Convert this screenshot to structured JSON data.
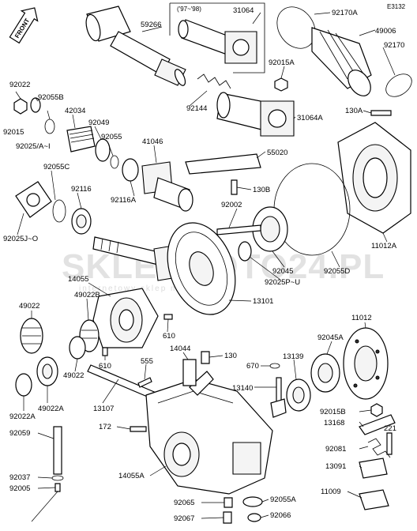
{
  "diagram": {
    "code": "E3132",
    "front_label": "FRONT",
    "years_note": "('97~'98)",
    "watermark_main": "SKLEPMOTO24.PL",
    "watermark_sub": "internetowy sklep motocyklowy"
  },
  "callouts": [
    {
      "id": "c-59266",
      "text": "59266"
    },
    {
      "id": "c-31064",
      "text": "31064"
    },
    {
      "id": "c-92170A",
      "text": "92170A"
    },
    {
      "id": "c-49006",
      "text": "49006"
    },
    {
      "id": "c-92170",
      "text": "92170"
    },
    {
      "id": "c-92015A",
      "text": "92015A"
    },
    {
      "id": "c-92022",
      "text": "92022"
    },
    {
      "id": "c-92055B",
      "text": "92055B"
    },
    {
      "id": "c-42034",
      "text": "42034"
    },
    {
      "id": "c-92049",
      "text": "92049"
    },
    {
      "id": "c-92015",
      "text": "92015"
    },
    {
      "id": "c-92025AI",
      "text": "92025/A~I"
    },
    {
      "id": "c-92144",
      "text": "92144"
    },
    {
      "id": "c-31064A",
      "text": "31064A"
    },
    {
      "id": "c-130A",
      "text": "130A"
    },
    {
      "id": "c-92055",
      "text": "92055"
    },
    {
      "id": "c-41046",
      "text": "41046"
    },
    {
      "id": "c-55020",
      "text": "55020"
    },
    {
      "id": "c-92055C",
      "text": "92055C"
    },
    {
      "id": "c-92116",
      "text": "92116"
    },
    {
      "id": "c-92116A",
      "text": "92116A"
    },
    {
      "id": "c-130B",
      "text": "130B"
    },
    {
      "id": "c-92002",
      "text": "92002"
    },
    {
      "id": "c-92025JO",
      "text": "92025J~O"
    },
    {
      "id": "c-11012A",
      "text": "11012A"
    },
    {
      "id": "c-92045",
      "text": "92045"
    },
    {
      "id": "c-92055D",
      "text": "92055D"
    },
    {
      "id": "c-92025PU",
      "text": "92025P~U"
    },
    {
      "id": "c-14055",
      "text": "14055"
    },
    {
      "id": "c-13101",
      "text": "13101"
    },
    {
      "id": "c-49022",
      "text": "49022"
    },
    {
      "id": "c-49022B",
      "text": "49022B"
    },
    {
      "id": "c-610a",
      "text": "610"
    },
    {
      "id": "c-610b",
      "text": "610"
    },
    {
      "id": "c-11012",
      "text": "11012"
    },
    {
      "id": "c-14044",
      "text": "14044"
    },
    {
      "id": "c-130",
      "text": "130"
    },
    {
      "id": "c-92045A",
      "text": "92045A"
    },
    {
      "id": "c-555",
      "text": "555"
    },
    {
      "id": "c-670",
      "text": "670"
    },
    {
      "id": "c-13139",
      "text": "13139"
    },
    {
      "id": "c-49022c",
      "text": "49022"
    },
    {
      "id": "c-13140",
      "text": "13140"
    },
    {
      "id": "c-92022A",
      "text": "92022A"
    },
    {
      "id": "c-49022A",
      "text": "49022A"
    },
    {
      "id": "c-13107",
      "text": "13107"
    },
    {
      "id": "c-92015B",
      "text": "92015B"
    },
    {
      "id": "c-13168",
      "text": "13168"
    },
    {
      "id": "c-172",
      "text": "172"
    },
    {
      "id": "c-221",
      "text": "221"
    },
    {
      "id": "c-92059",
      "text": "92059"
    },
    {
      "id": "c-92081",
      "text": "92081"
    },
    {
      "id": "c-13091",
      "text": "13091"
    },
    {
      "id": "c-92037",
      "text": "92037"
    },
    {
      "id": "c-14055A",
      "text": "14055A"
    },
    {
      "id": "c-92005",
      "text": "92005"
    },
    {
      "id": "c-11009",
      "text": "11009"
    },
    {
      "id": "c-92065",
      "text": "92065"
    },
    {
      "id": "c-92055A",
      "text": "92055A"
    },
    {
      "id": "c-92067",
      "text": "92067"
    },
    {
      "id": "c-92066",
      "text": "92066"
    }
  ]
}
